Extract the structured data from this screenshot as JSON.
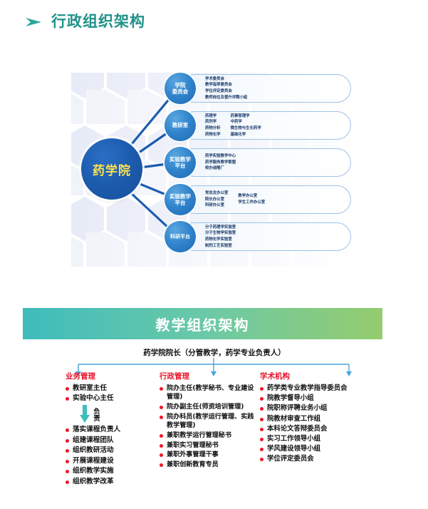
{
  "section1": {
    "title": "行政组织架构",
    "bullet_icon": "arrow-bullet-icon",
    "center": "药学院",
    "rows": [
      {
        "circle": "学院\n委员会",
        "circle_line1": "学院",
        "circle_line2": "委员会",
        "columns": [
          [
            "学术委员会",
            "教学指导委员会",
            "学位评定委员会",
            "教师岗位及晋升评聘小组"
          ]
        ]
      },
      {
        "circle_line1": "教研室",
        "circle_line2": "",
        "columns": [
          [
            "药理学",
            "药剂学",
            "药物分析",
            "药物化学"
          ],
          [
            "药事管理学",
            "中药学",
            "微生物与生化药学",
            "基础化学"
          ]
        ]
      },
      {
        "circle_line1": "实验教学",
        "circle_line2": "平台",
        "columns": [
          [
            "药学实验教学中心",
            "药学服务教学联盟",
            "校办迪隆厂"
          ]
        ]
      },
      {
        "circle_line1": "实验教学",
        "circle_line2": "平台",
        "columns": [
          [
            "党总支办公室",
            "院长办公室",
            "科研办公室"
          ],
          [
            "教学办公室",
            "学生工作办公室"
          ]
        ]
      },
      {
        "circle_line1": "科研平台",
        "circle_line2": "",
        "columns": [
          [
            "分子药理学实验室",
            "分子生物学实验室",
            "药物化学实验室",
            "制剂工艺实验室"
          ]
        ]
      }
    ]
  },
  "section2": {
    "banner_title": "教学组织架构",
    "top_node": "药学院院长（分管教学，药学专业负责人）",
    "columns": [
      {
        "heading": "业务管理",
        "items_top": [
          "教研室主任",
          "实验中心主任"
        ],
        "middle_arrow_label": "负责",
        "items_bottom": [
          "落实课程负责人",
          "组建课程团队",
          "组织教研活动",
          "开展课程建设",
          "组织教学实施",
          "组织教学改革"
        ]
      },
      {
        "heading": "行政管理",
        "items": [
          "院办主任(教学秘书、专业建设管理)",
          "院办副主任(师资培训管理)",
          "院办科员(教学运行管理、实践教学管理)",
          "兼职教学运行管理秘书",
          "兼职实习管理秘书",
          "兼职外事管理干事",
          "兼职创新教育专员"
        ]
      },
      {
        "heading": "学术机构",
        "items": [
          "药学类专业教学指导委员会",
          "院教学督导小组",
          "院职称评聘业务小组",
          "院教材审查工作组",
          "本科论文答辩委员会",
          "实习工作领导小组",
          "学风建设领导小组",
          "学位评定委员会"
        ]
      }
    ]
  },
  "colors": {
    "title_teal": "#1f9188",
    "center_blue": "#1d5cae",
    "center_text_yellow": "#ffe14d",
    "node_blue": "#2f82cb",
    "banner_gradient_start": "#3fbcbc",
    "banner_gradient_end": "#95cc6e",
    "bullet_red": "#f01428",
    "heading_red": "#e8142a",
    "connector_blue": "#4aa3dc",
    "line_dark_blue": "#1d5cae"
  }
}
